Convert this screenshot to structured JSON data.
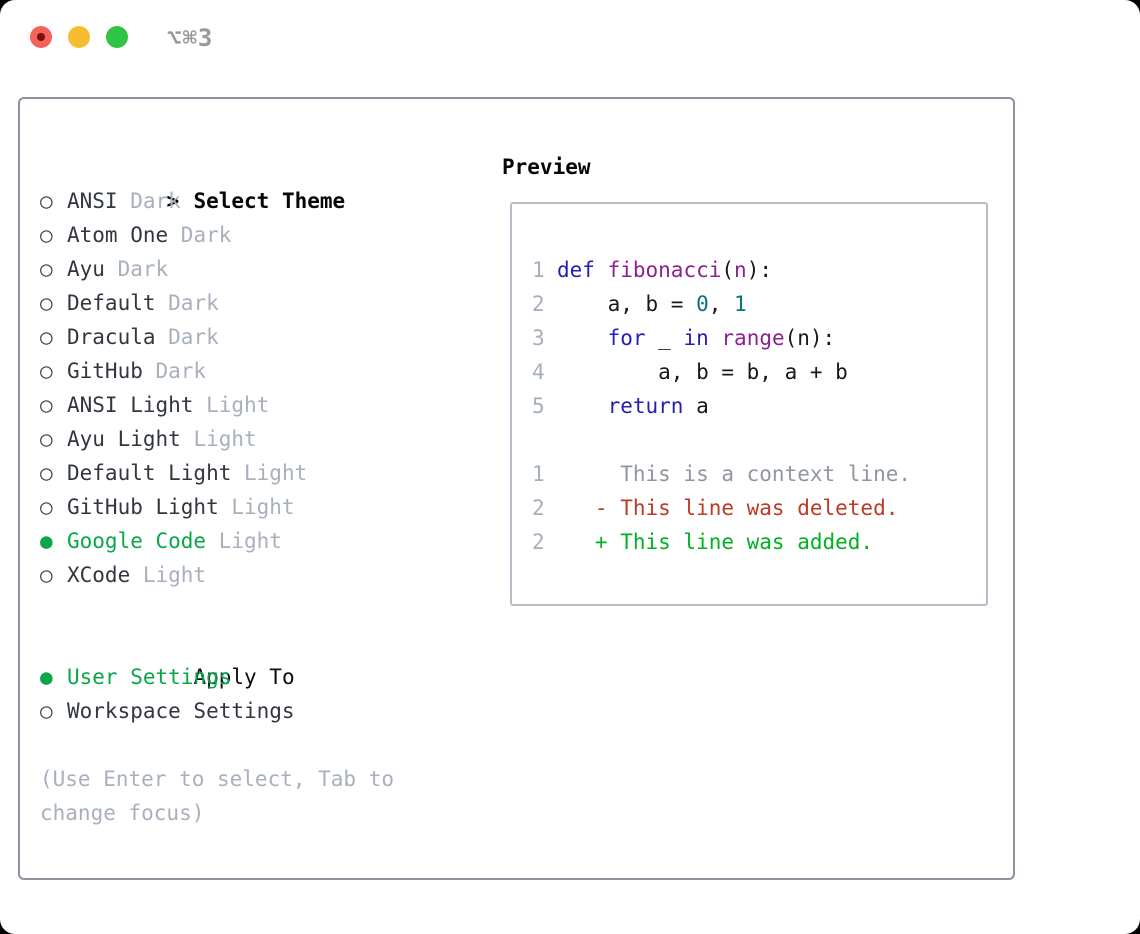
{
  "window": {
    "title": "⌥⌘3"
  },
  "colors": {
    "selection_green": "#0aa64a",
    "diff_added_green": "#00b122",
    "diff_deleted_red": "#bd3a24",
    "keyword_blue": "#241fb0",
    "function_purple": "#8d2191",
    "number_teal": "#0c7175",
    "muted_gray": "#a8b0bd",
    "traffic_red": "#f3625b",
    "traffic_yellow": "#f7bc2f",
    "traffic_green": "#2fc544"
  },
  "theme_list": {
    "header_prefix": ">",
    "header": "Select Theme",
    "items": [
      {
        "name": "ANSI",
        "variant": "Dark",
        "selected": false
      },
      {
        "name": "Atom One",
        "variant": "Dark",
        "selected": false
      },
      {
        "name": "Ayu",
        "variant": "Dark",
        "selected": false
      },
      {
        "name": "Default",
        "variant": "Dark",
        "selected": false
      },
      {
        "name": "Dracula",
        "variant": "Dark",
        "selected": false
      },
      {
        "name": "GitHub",
        "variant": "Dark",
        "selected": false
      },
      {
        "name": "ANSI Light",
        "variant": "Light",
        "selected": false
      },
      {
        "name": "Ayu Light",
        "variant": "Light",
        "selected": false
      },
      {
        "name": "Default Light",
        "variant": "Light",
        "selected": false
      },
      {
        "name": "GitHub Light",
        "variant": "Light",
        "selected": false
      },
      {
        "name": "Google Code",
        "variant": "Light",
        "selected": true
      },
      {
        "name": "XCode",
        "variant": "Light",
        "selected": false
      }
    ],
    "bullet_selected": "●",
    "bullet_unselected": "○"
  },
  "apply_to": {
    "header": "Apply To",
    "items": [
      {
        "name": "User Settings",
        "selected": true
      },
      {
        "name": "Workspace Settings",
        "selected": false
      }
    ]
  },
  "help_text": "(Use Enter to select, Tab to change focus)",
  "preview": {
    "header": "Preview",
    "code_lines": [
      {
        "num": "1",
        "tokens": [
          {
            "text": "def",
            "type": "keyword"
          },
          {
            "text": " ",
            "type": "plain"
          },
          {
            "text": "fibonacci",
            "type": "function"
          },
          {
            "text": "(",
            "type": "plain"
          },
          {
            "text": "n",
            "type": "param"
          },
          {
            "text": "):",
            "type": "plain"
          }
        ]
      },
      {
        "num": "2",
        "tokens": [
          {
            "text": "    a, b = ",
            "type": "plain"
          },
          {
            "text": "0",
            "type": "number"
          },
          {
            "text": ", ",
            "type": "plain"
          },
          {
            "text": "1",
            "type": "number"
          }
        ]
      },
      {
        "num": "3",
        "tokens": [
          {
            "text": "    ",
            "type": "plain"
          },
          {
            "text": "for",
            "type": "keyword"
          },
          {
            "text": " _ ",
            "type": "plain"
          },
          {
            "text": "in",
            "type": "keyword"
          },
          {
            "text": " ",
            "type": "plain"
          },
          {
            "text": "range",
            "type": "function"
          },
          {
            "text": "(n):",
            "type": "plain"
          }
        ]
      },
      {
        "num": "4",
        "tokens": [
          {
            "text": "        a, b = b, a + b",
            "type": "plain"
          }
        ]
      },
      {
        "num": "5",
        "tokens": [
          {
            "text": "    ",
            "type": "plain"
          },
          {
            "text": "return",
            "type": "keyword"
          },
          {
            "text": " a",
            "type": "plain"
          }
        ]
      }
    ],
    "diff_lines": [
      {
        "num": "1",
        "text": "     This is a context line.",
        "kind": "context"
      },
      {
        "num": "2",
        "text": "   - This line was deleted.",
        "kind": "deleted"
      },
      {
        "num": "2",
        "text": "   + This line was added.",
        "kind": "added"
      }
    ]
  }
}
